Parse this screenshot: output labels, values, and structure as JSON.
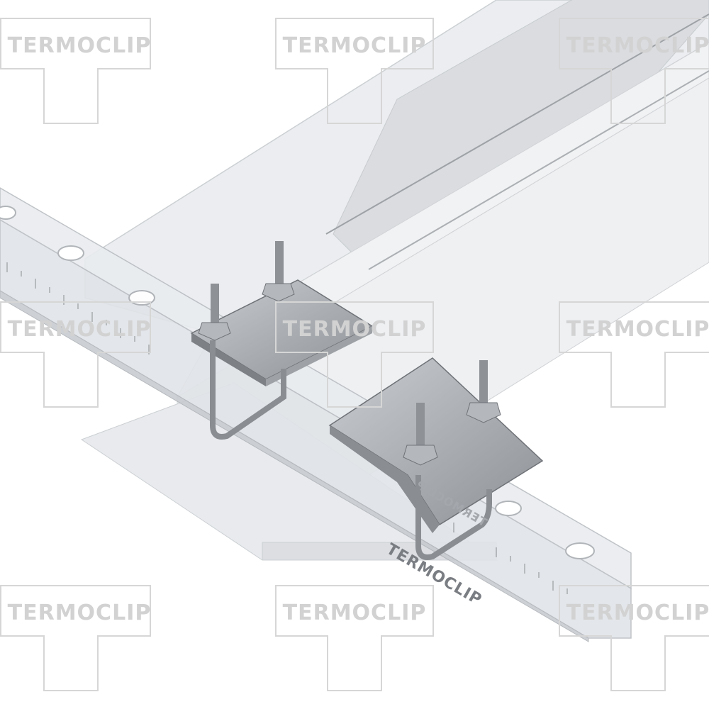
{
  "watermark": {
    "text": "TERMOCLIP",
    "color": "#d2d2d2"
  },
  "product_mark": {
    "text": "TERMOCLIP",
    "mirrored_text": "TERMOCLIP"
  },
  "colors": {
    "background": "#ffffff",
    "steel": "#9ea2a6",
    "steel_dark": "#6f7378",
    "glass": "#e6e9ec",
    "glass_edge": "#b9bdc2"
  }
}
